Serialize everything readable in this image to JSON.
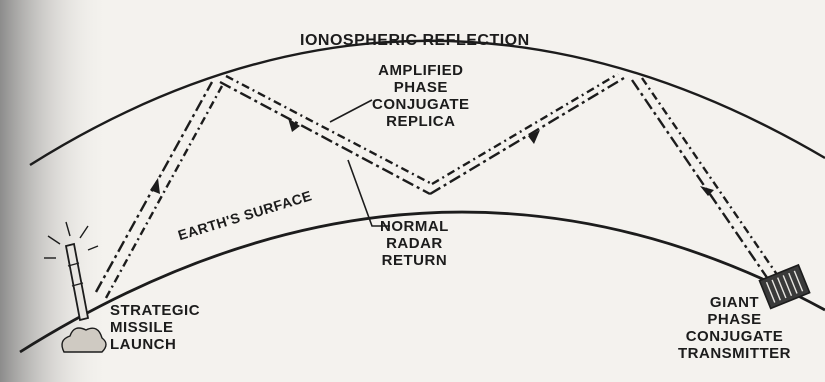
{
  "labels": {
    "ionosphere": "IONOSPHERIC REFLECTION",
    "replica": [
      "AMPLIFIED",
      "PHASE",
      "CONJUGATE",
      "REPLICA"
    ],
    "normal_return": [
      "NORMAL",
      "RADAR",
      "RETURN"
    ],
    "earth_surface": "EARTH'S SURFACE",
    "missile": [
      "STRATEGIC",
      "MISSILE",
      "LAUNCH"
    ],
    "transmitter": [
      "GIANT",
      "PHASE",
      "CONJUGATE",
      "TRANSMITTER"
    ]
  },
  "colors": {
    "line": "#1c1c1c",
    "paper": "#f4f2ee",
    "shade": "#8a8a8a"
  }
}
